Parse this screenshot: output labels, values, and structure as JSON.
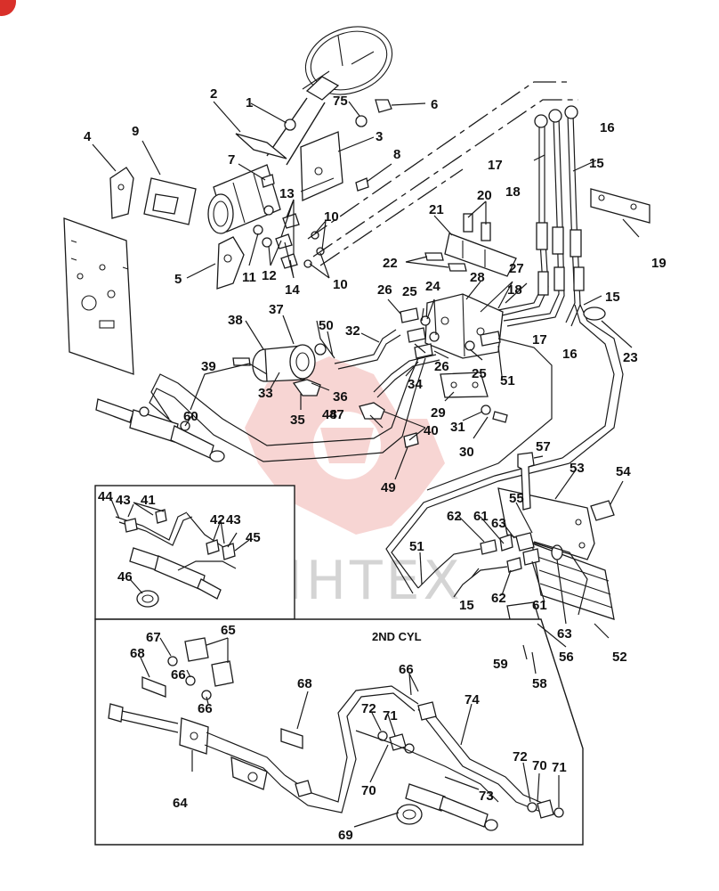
{
  "inset_label": "2ND CYL",
  "watermark": "ИНТЕХ",
  "callouts": [
    {
      "label": "1"
    },
    {
      "label": "2"
    },
    {
      "label": "3"
    },
    {
      "label": "4"
    },
    {
      "label": "5"
    },
    {
      "label": "6"
    },
    {
      "label": "7"
    },
    {
      "label": "8"
    },
    {
      "label": "9"
    },
    {
      "label": "10"
    },
    {
      "label": "10"
    },
    {
      "label": "11"
    },
    {
      "label": "12"
    },
    {
      "label": "13"
    },
    {
      "label": "14"
    },
    {
      "label": "15"
    },
    {
      "label": "15"
    },
    {
      "label": "15"
    },
    {
      "label": "16"
    },
    {
      "label": "16"
    },
    {
      "label": "17"
    },
    {
      "label": "17"
    },
    {
      "label": "18"
    },
    {
      "label": "18"
    },
    {
      "label": "19"
    },
    {
      "label": "20"
    },
    {
      "label": "21"
    },
    {
      "label": "22"
    },
    {
      "label": "23"
    },
    {
      "label": "24"
    },
    {
      "label": "25"
    },
    {
      "label": "25"
    },
    {
      "label": "26"
    },
    {
      "label": "26"
    },
    {
      "label": "27"
    },
    {
      "label": "28"
    },
    {
      "label": "29"
    },
    {
      "label": "30"
    },
    {
      "label": "31"
    },
    {
      "label": "32"
    },
    {
      "label": "33"
    },
    {
      "label": "34"
    },
    {
      "label": "35"
    },
    {
      "label": "36"
    },
    {
      "label": "37"
    },
    {
      "label": "38"
    },
    {
      "label": "39"
    },
    {
      "label": "40"
    },
    {
      "label": "41"
    },
    {
      "label": "42"
    },
    {
      "label": "43"
    },
    {
      "label": "43"
    },
    {
      "label": "44"
    },
    {
      "label": "45"
    },
    {
      "label": "46"
    },
    {
      "label": "47"
    },
    {
      "label": "48"
    },
    {
      "label": "49"
    },
    {
      "label": "50"
    },
    {
      "label": "51"
    },
    {
      "label": "51"
    },
    {
      "label": "52"
    },
    {
      "label": "53"
    },
    {
      "label": "54"
    },
    {
      "label": "55"
    },
    {
      "label": "56"
    },
    {
      "label": "57"
    },
    {
      "label": "58"
    },
    {
      "label": "59"
    },
    {
      "label": "60"
    },
    {
      "label": "61"
    },
    {
      "label": "61"
    },
    {
      "label": "62"
    },
    {
      "label": "62"
    },
    {
      "label": "63"
    },
    {
      "label": "63"
    },
    {
      "label": "64"
    },
    {
      "label": "65"
    },
    {
      "label": "66"
    },
    {
      "label": "66"
    },
    {
      "label": "66"
    },
    {
      "label": "67"
    },
    {
      "label": "68"
    },
    {
      "label": "68"
    },
    {
      "label": "69"
    },
    {
      "label": "70"
    },
    {
      "label": "70"
    },
    {
      "label": "71"
    },
    {
      "label": "71"
    },
    {
      "label": "72"
    },
    {
      "label": "72"
    },
    {
      "label": "73"
    },
    {
      "label": "74"
    },
    {
      "label": "75"
    }
  ]
}
